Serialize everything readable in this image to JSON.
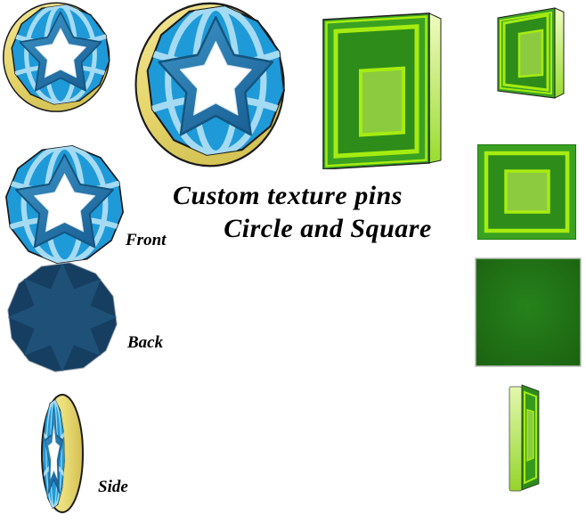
{
  "title": {
    "line1": "Custom texture pins",
    "line2": "Circle and Square"
  },
  "view_labels": {
    "front": "Front",
    "back": "Back",
    "side": "Side"
  },
  "palette": {
    "background": "#FFFFFF",
    "text-color": "#000000",
    "pin-blue": "#1E9AD8",
    "pin-blue-light": "#A5DAF3",
    "star-blue": "#2878B0",
    "star-blue-dark": "#16618F",
    "star-white": "#FFFFFF",
    "rim-yellow": "#E8D870",
    "rim-orange": "#F5A733",
    "navy": "#1F5078",
    "navy-dark": "#163E61",
    "green": "#3AA122",
    "green-dark": "#2E8C1A",
    "chartreuse": "#A6EC10",
    "green-light": "#8CCB3F",
    "green-back": "#216F15",
    "edge-lime": "#BFF06A"
  }
}
